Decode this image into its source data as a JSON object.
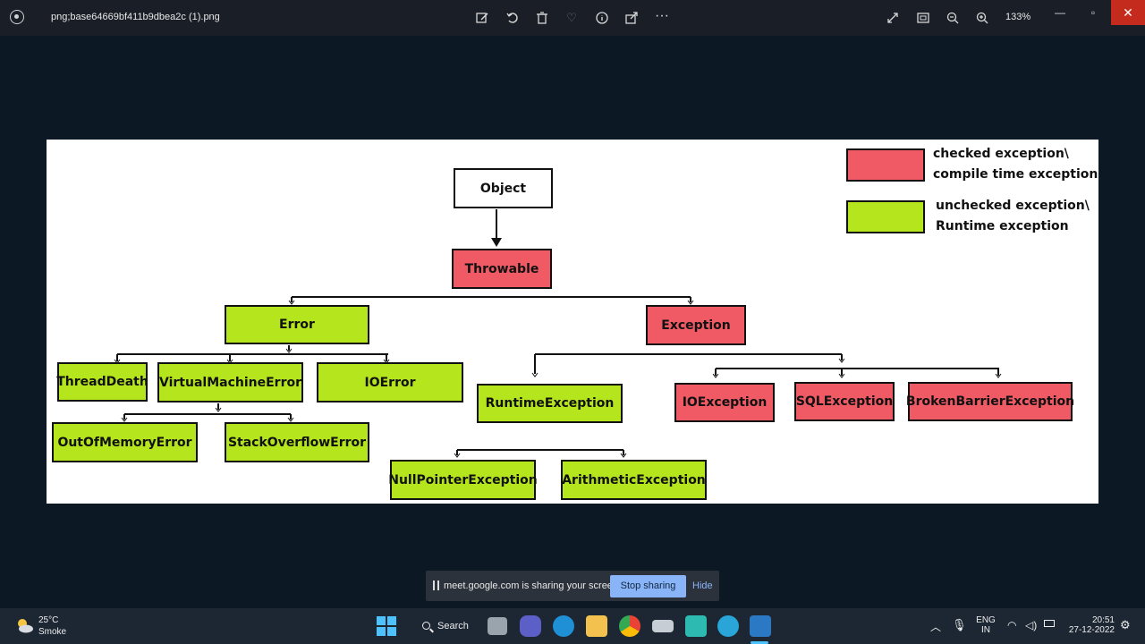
{
  "window": {
    "file_name": "png;base64669bf411b9dbea2c (1).png",
    "zoom": "133%"
  },
  "diagram": {
    "nodes": {
      "object": "Object",
      "throwable": "Throwable",
      "error": "Error",
      "exception": "Exception",
      "thread_death": "ThreadDeath",
      "virtual_machine_error": "VirtualMachineError",
      "io_error": "IOError",
      "out_of_memory_error": "OutOfMemoryError",
      "stack_overflow_error": "StackOverflowError",
      "runtime_exception": "RuntimeException",
      "io_exception": "IOException",
      "sql_exception": "SQLException",
      "broken_barrier_exception": "BrokenBarrierException",
      "null_pointer_exception": "NullPointerException",
      "arithmetic_exception": "ArithmeticException"
    },
    "legend": {
      "checked_line1": "checked exception\\",
      "checked_line2": "compile time exception",
      "unchecked_line1": "unchecked exception\\",
      "unchecked_line2": "Runtime exception"
    },
    "colors": {
      "checked": "#ef5a64",
      "unchecked": "#b5e61d"
    }
  },
  "share_bar": {
    "message": "meet.google.com is sharing your screen.",
    "stop_label": "Stop sharing",
    "hide_label": "Hide"
  },
  "taskbar": {
    "weather_temp": "25°C",
    "weather_condition": "Smoke",
    "search_label": "Search",
    "language_line1": "ENG",
    "language_line2": "IN",
    "time": "20:51",
    "date": "27-12-2022"
  },
  "icons": [
    "edit-icon",
    "rotate-icon",
    "delete-icon",
    "favorite-icon",
    "info-icon",
    "share-icon",
    "more-icon",
    "fullscreen-icon",
    "crop-icon",
    "zoom-out-icon",
    "zoom-in-icon"
  ]
}
